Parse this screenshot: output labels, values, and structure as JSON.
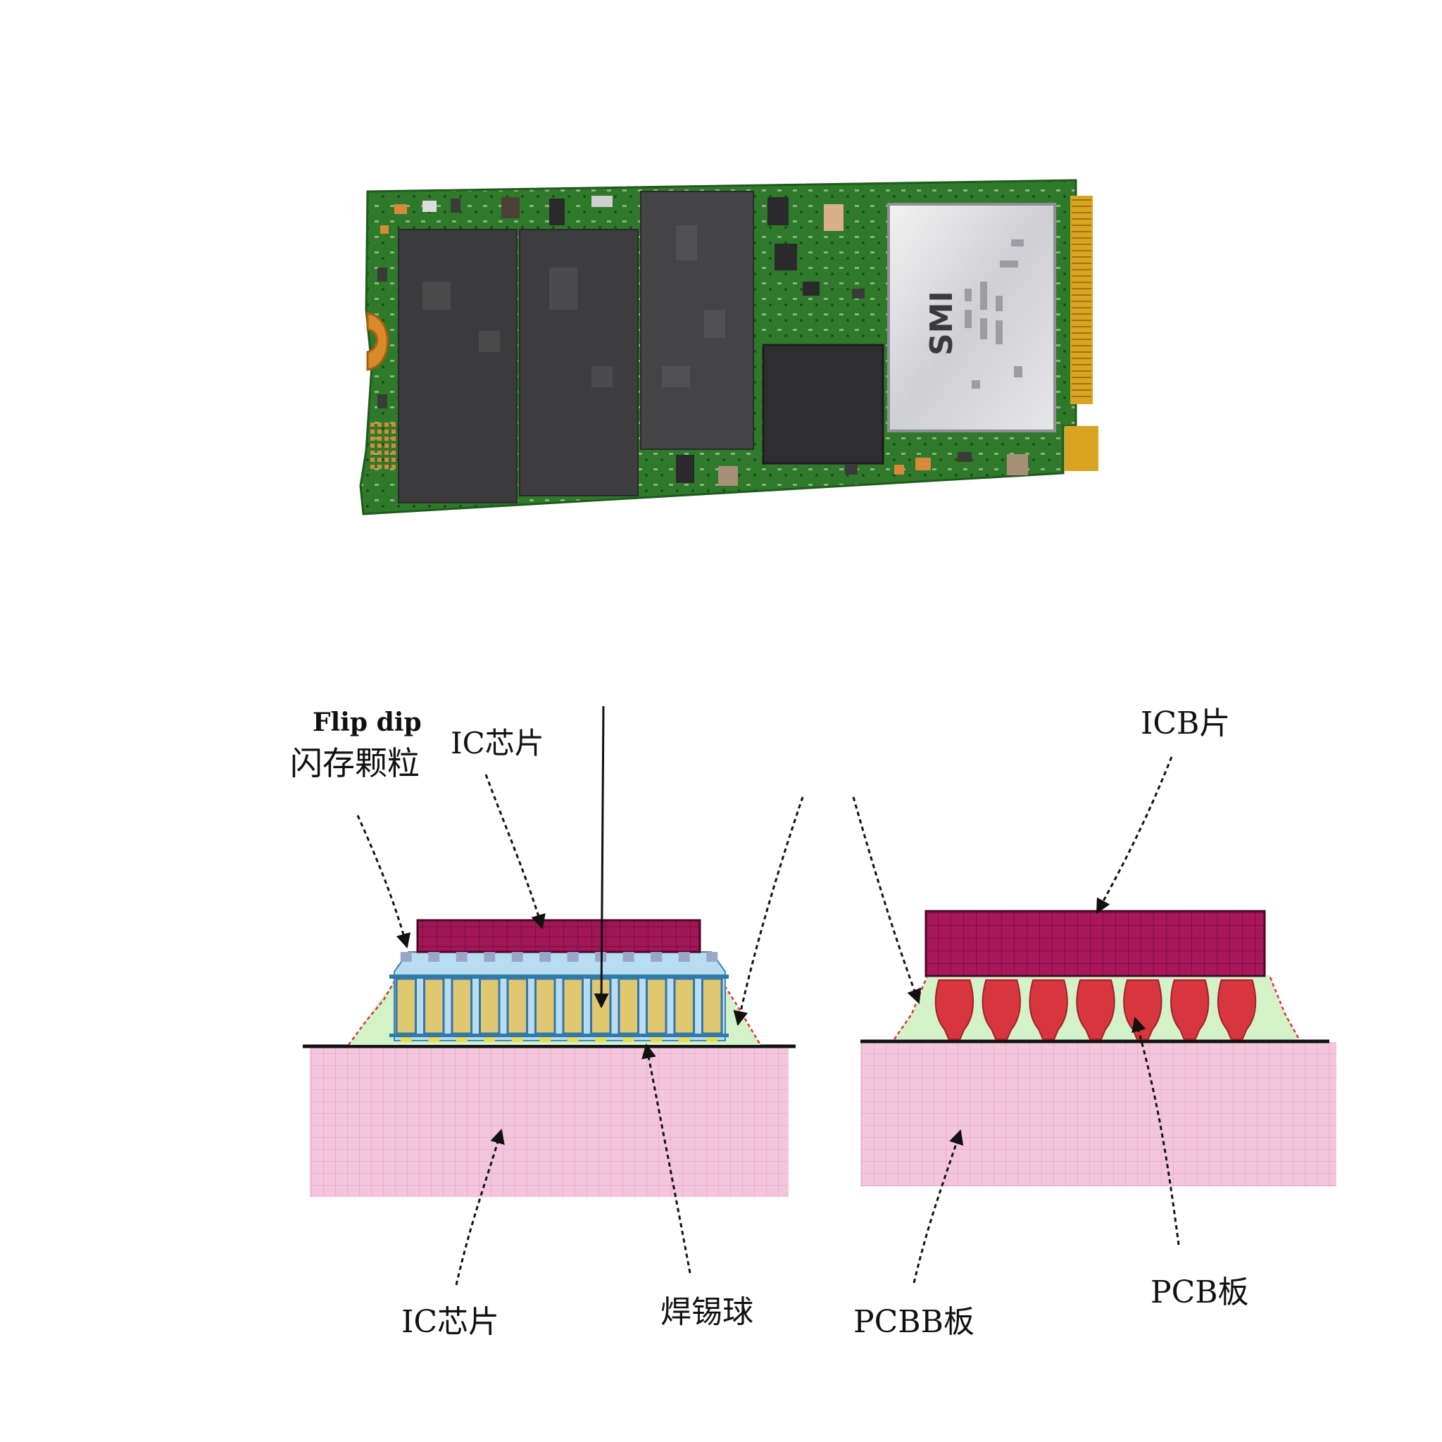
{
  "ssd": {
    "controller_text": "SMI"
  },
  "diagram_left": {
    "label_flip_chip": "Flip dip",
    "label_flash": "闪存颗粒",
    "label_ic_top": "IC芯片",
    "label_ic_bottom": "IC芯片",
    "label_solder": "焊锡球"
  },
  "diagram_right": {
    "label_icb": "ICB片",
    "label_pcbb": "PCBB板",
    "label_pcb": "PCB板"
  },
  "colors": {
    "pcb_green": "#2f7a2a",
    "chip_dark": "#3c3c3c",
    "gold_contacts": "#d9a520",
    "die_maroon": "#9b1552",
    "substrate_pink": "#f2c4dc",
    "bump_gold": "#e0c870",
    "underfill_blue": "#b8dcf0",
    "fillet_green": "#d4f2c8",
    "solder_red": "#d8363e"
  }
}
